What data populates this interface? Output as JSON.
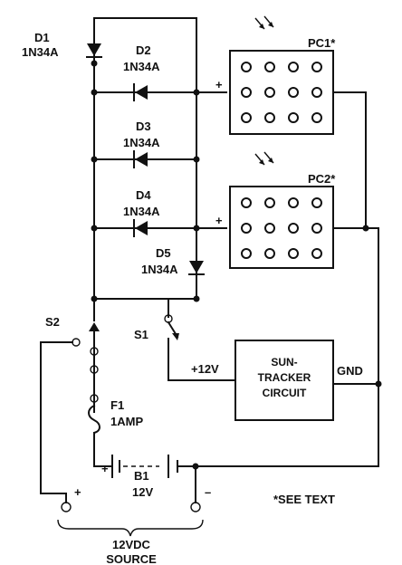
{
  "components": {
    "d1": {
      "ref": "D1",
      "part": "1N34A"
    },
    "d2": {
      "ref": "D2",
      "part": "1N34A"
    },
    "d3": {
      "ref": "D3",
      "part": "1N34A"
    },
    "d4": {
      "ref": "D4",
      "part": "1N34A"
    },
    "d5": {
      "ref": "D5",
      "part": "1N34A"
    },
    "pc1": {
      "ref": "PC1*"
    },
    "pc2": {
      "ref": "PC2*"
    },
    "s1": {
      "ref": "S1"
    },
    "s2": {
      "ref": "S2"
    },
    "f1": {
      "ref": "F1",
      "value": "1AMP"
    },
    "b1": {
      "ref": "B1",
      "value": "12V"
    }
  },
  "tracker": {
    "line1": "SUN-",
    "line2": "TRACKER",
    "line3": "CIRCUIT",
    "plus_label": "+12V",
    "gnd_label": "GND"
  },
  "polarity": {
    "plus": "+",
    "minus": "–"
  },
  "source": {
    "line1": "12VDC",
    "line2": "SOURCE"
  },
  "note": "*SEE TEXT",
  "colors": {
    "ink": "#111111",
    "paper": "#ffffff"
  }
}
